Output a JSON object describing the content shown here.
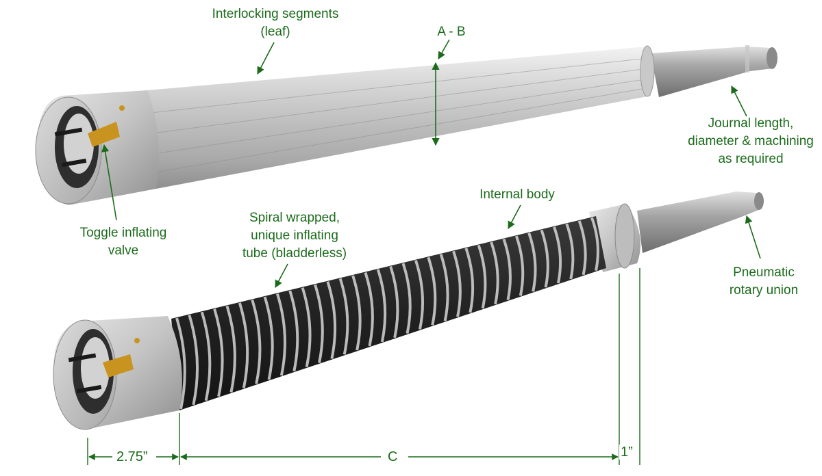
{
  "labels": {
    "interlocking_line1": "Interlocking segments",
    "interlocking_line2": "(leaf)",
    "ab": "A - B",
    "journal_line1": "Journal length,",
    "journal_line2": "diameter & machining",
    "journal_line3": "as required",
    "toggle_line1": "Toggle inflating",
    "toggle_line2": "valve",
    "spiral_line1": "Spiral wrapped,",
    "spiral_line2": "unique inflating",
    "spiral_line3": "tube (bladderless)",
    "internal_body": "Internal body",
    "pneumatic_line1": "Pneumatic",
    "pneumatic_line2": "rotary union"
  },
  "dimensions": {
    "left": "2.75”",
    "center": "C",
    "right": "1”"
  },
  "colors": {
    "annotation": "#1b6b1b",
    "shaft_metal": "#9a9a9a",
    "spiral_dark": "#1e1e1e",
    "valve_gold": "#c8931e"
  }
}
